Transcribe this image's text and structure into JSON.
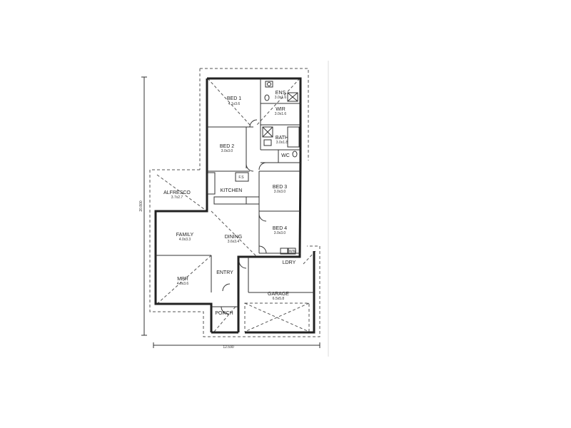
{
  "rooms": [
    {
      "name": "BED 1",
      "dim": "4.1x3.6"
    },
    {
      "name": "ENS",
      "dim": "3.0x1.6"
    },
    {
      "name": "WIR",
      "dim": "3.0x1.6"
    },
    {
      "name": "BED 2",
      "dim": "3.0x3.0"
    },
    {
      "name": "BATH",
      "dim": "3.0x1.8"
    },
    {
      "name": "WC",
      "dim": ""
    },
    {
      "name": "KITCHEN",
      "dim": ""
    },
    {
      "name": "ALFRESCO",
      "dim": "3.7x2.7"
    },
    {
      "name": "BED 3",
      "dim": "3.0x3.0"
    },
    {
      "name": "FAMILY",
      "dim": "4.0x3.3"
    },
    {
      "name": "DINING",
      "dim": "3.6x3.4"
    },
    {
      "name": "BED 4",
      "dim": "3.0x3.0"
    },
    {
      "name": "LDRY",
      "dim": ""
    },
    {
      "name": "MPR",
      "dim": "4.0x3.6"
    },
    {
      "name": "ENTRY",
      "dim": ""
    },
    {
      "name": "GARAGE",
      "dim": "6.5x5.8"
    },
    {
      "name": "PORCH",
      "dim": ""
    }
  ],
  "fixtures": {
    "fridge_label": "F.S",
    "laundry_label": "W/M"
  },
  "dimensions": {
    "width": "12.590",
    "depth": "20.800"
  }
}
